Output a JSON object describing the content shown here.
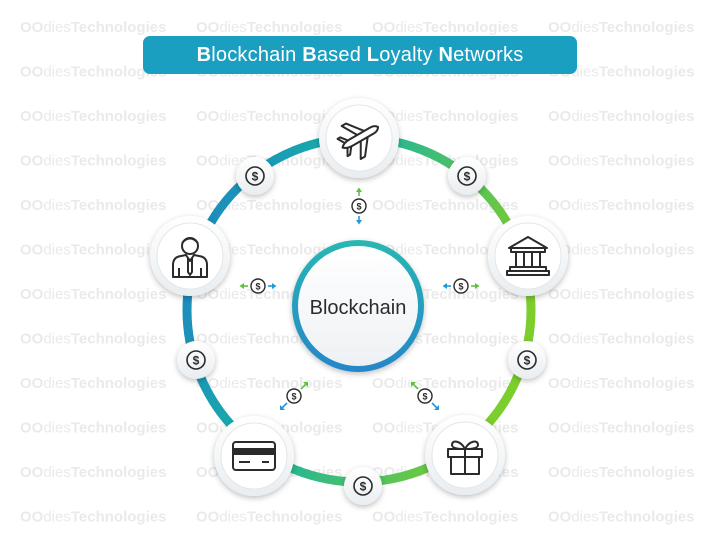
{
  "title": {
    "words": [
      {
        "cap": "B",
        "rest": "lockchain"
      },
      {
        "cap": "B",
        "rest": "ased"
      },
      {
        "cap": "L",
        "rest": "oyalty"
      },
      {
        "cap": "N",
        "rest": "etworks"
      }
    ]
  },
  "center_label": "Blockchain",
  "watermark": {
    "brand_prefix": "OO",
    "brand_dies": "dies",
    "brand_name": "Technologies"
  },
  "nodes": [
    {
      "id": "airline",
      "icon": "airplane-icon"
    },
    {
      "id": "bank",
      "icon": "bank-icon"
    },
    {
      "id": "gift",
      "icon": "gift-icon"
    },
    {
      "id": "card",
      "icon": "credit-card-icon"
    },
    {
      "id": "customer",
      "icon": "businessman-icon"
    }
  ],
  "currency_symbol": "$",
  "colors": {
    "banner": "#1a9fc0",
    "ring_blue": "#1e7fc4",
    "ring_teal": "#17b3a6",
    "ring_green": "#7ccd2e",
    "arrow_green": "#5cc43a",
    "arrow_blue": "#2596d8",
    "icon_stroke": "#2b2b2b",
    "watermark": "#eaeaea"
  }
}
